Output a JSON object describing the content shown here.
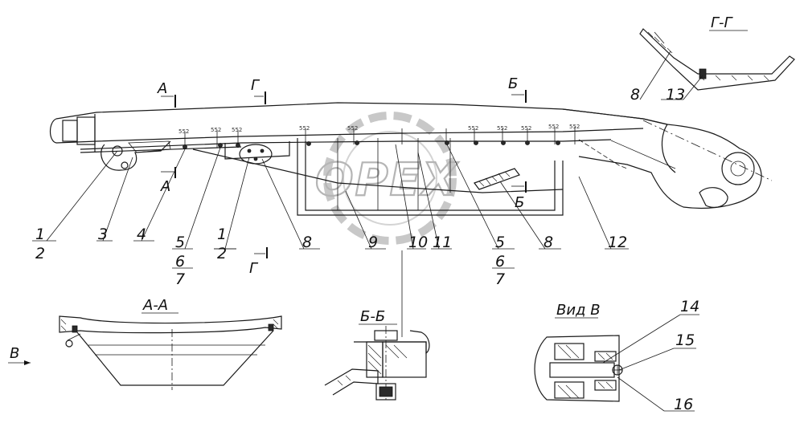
{
  "watermark": {
    "text": "OPEX"
  },
  "parts": {
    "p1a": "1",
    "p2a": "2",
    "p3": "3",
    "p4": "4",
    "p5a": "5",
    "p6a": "6",
    "p7a": "7",
    "p1b": "1",
    "p2b": "2",
    "p8a": "8",
    "p9": "9",
    "p10": "10",
    "p11": "11",
    "p5b": "5",
    "p6b": "6",
    "p7b": "7",
    "p8b": "8",
    "p12": "12",
    "p8c": "8",
    "p13": "13",
    "p14": "14",
    "p15": "15",
    "p16": "16"
  },
  "sections": {
    "gg": "Г-Г",
    "aa": "А-А",
    "bb": "Б-Б",
    "vid_v": "Вид В",
    "cut_a_top": "А",
    "cut_a_bottom": "А",
    "cut_g_top": "Г",
    "cut_g_bottom": "Г",
    "cut_b_top": "Б",
    "cut_b_bottom": "Б",
    "view_v": "В"
  }
}
